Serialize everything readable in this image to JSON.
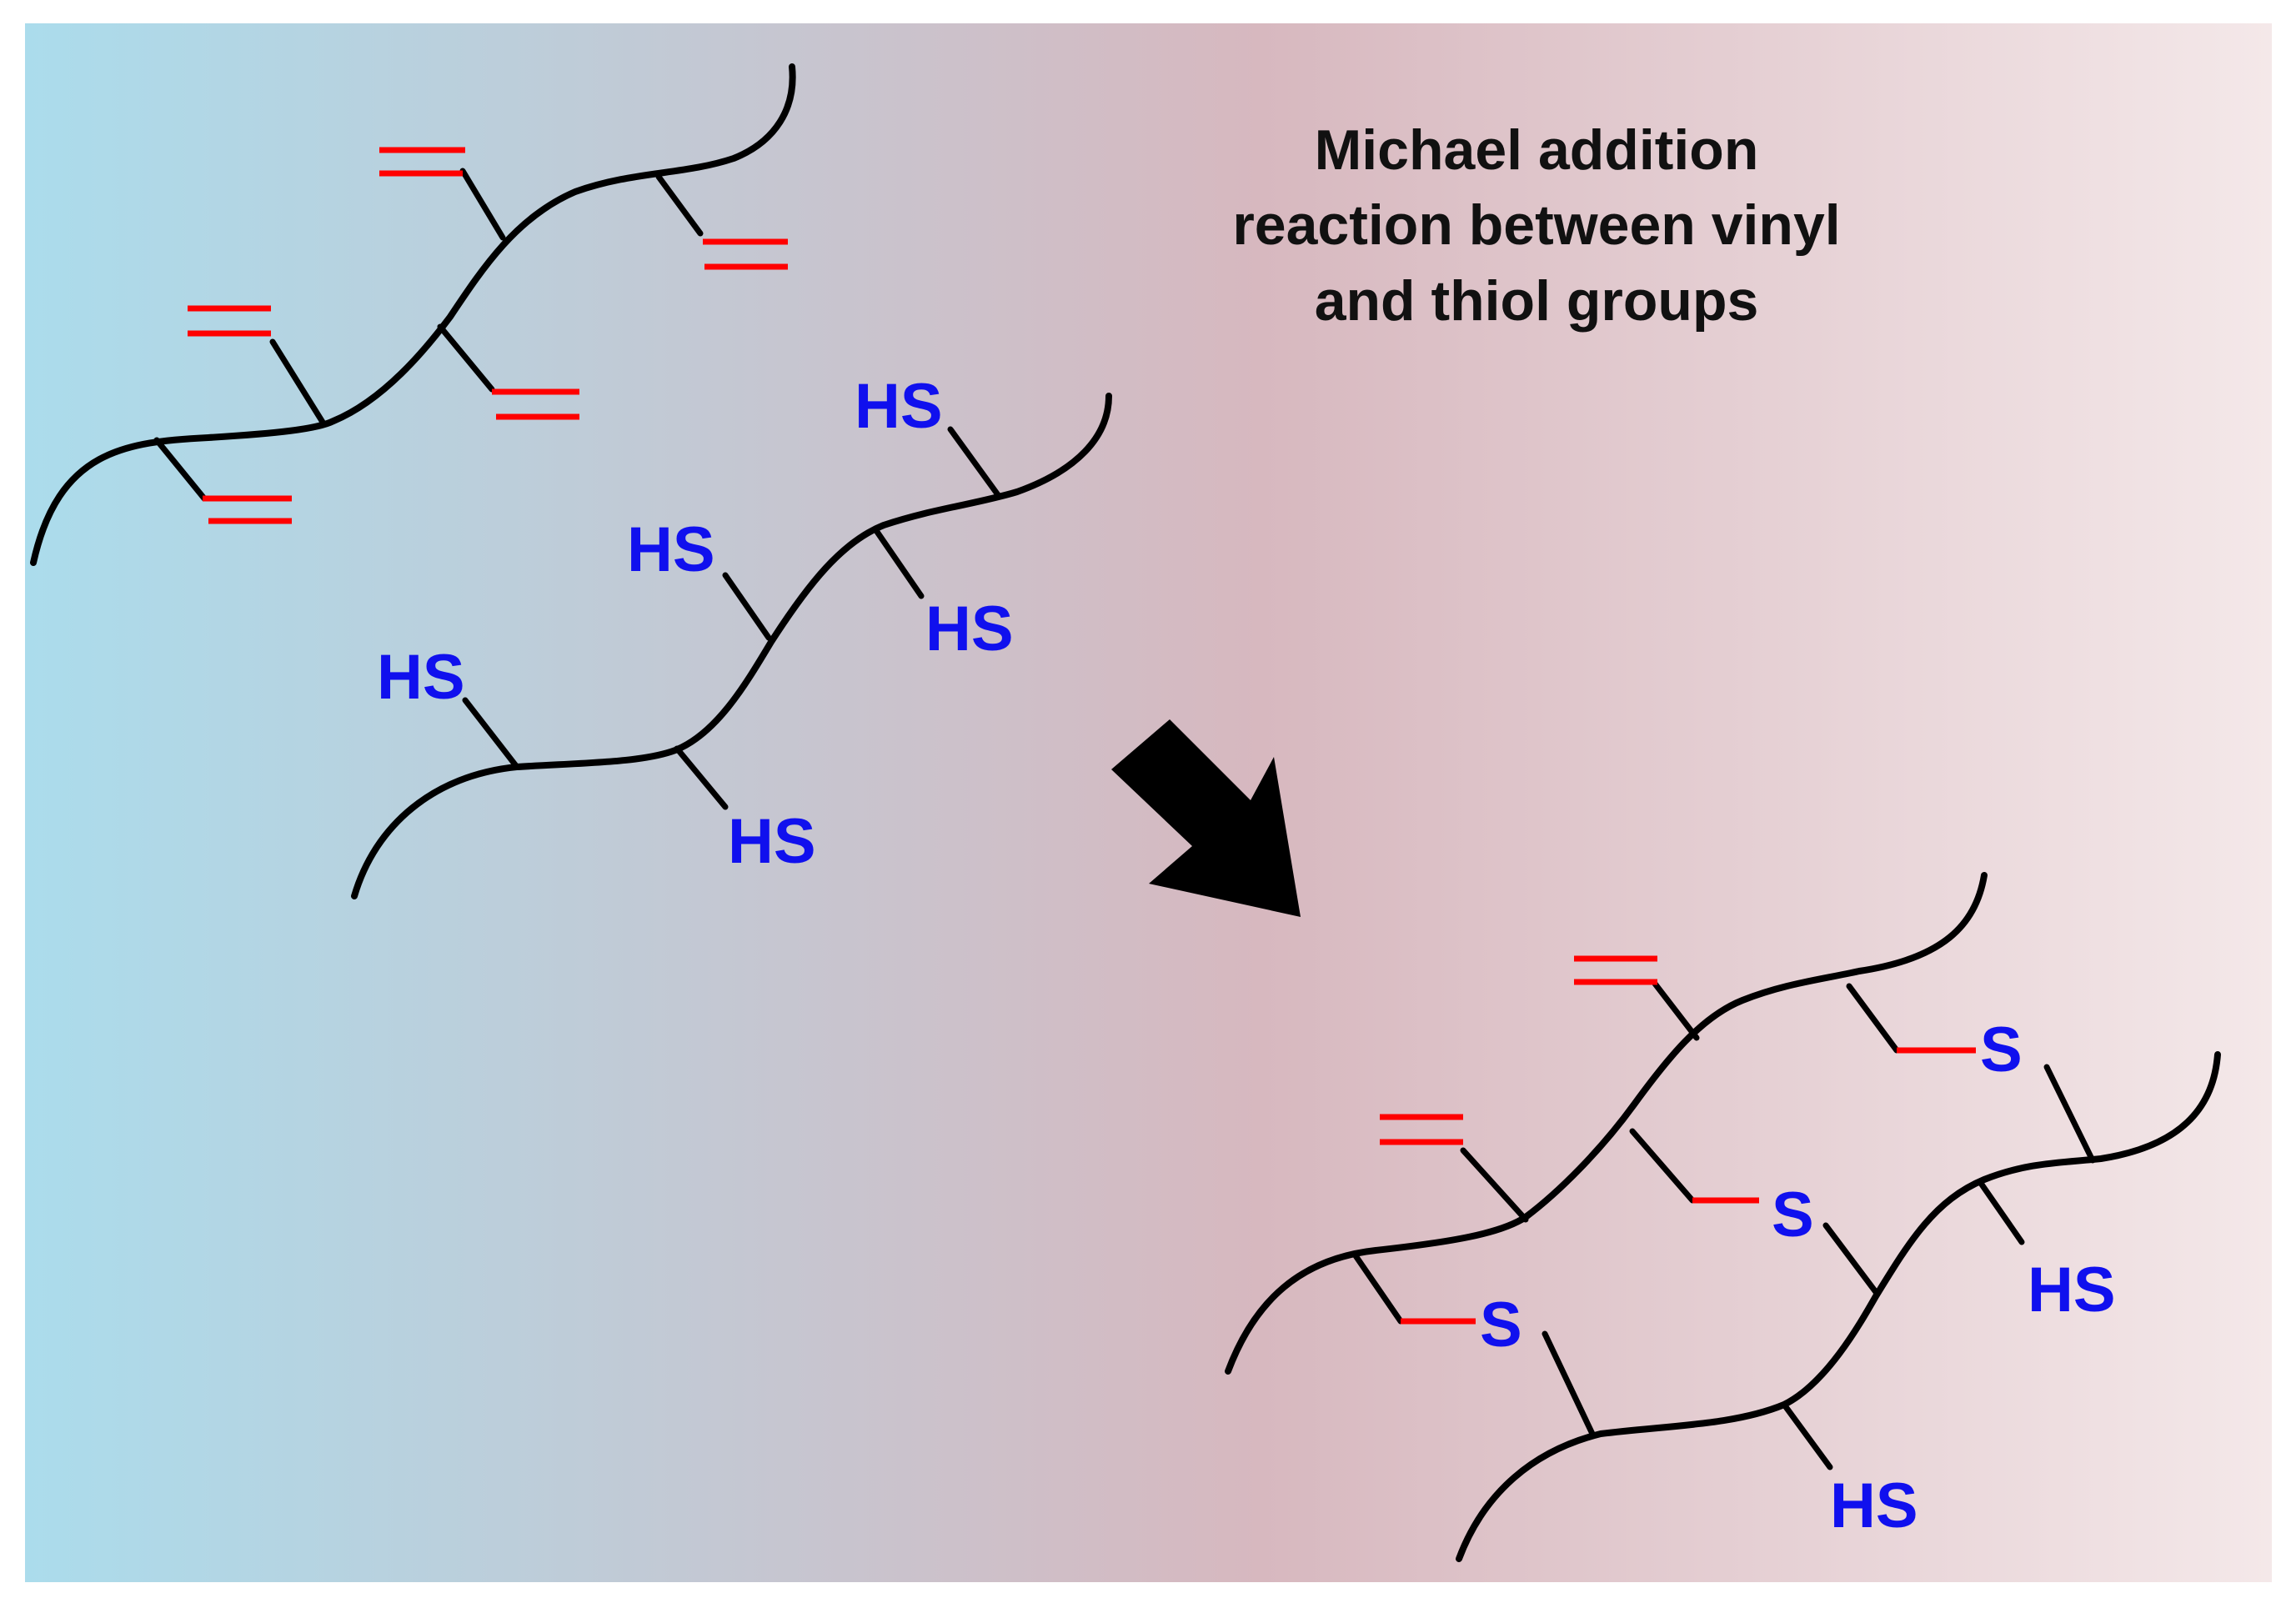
{
  "caption": {
    "line1": "Michael addition",
    "line2": "reaction between vinyl",
    "line3": "and thiol groups"
  },
  "labels": {
    "thiol": "HS",
    "thioether": "S"
  },
  "colors": {
    "backbone": "#000000",
    "vinyl": "#ff0000",
    "thiol": "#1010ee",
    "arrow": "#000000",
    "gradient_left": "#abdcec",
    "gradient_mid": "#d7b8bf",
    "gradient_right": "#f4e8e9"
  },
  "icons": {
    "reaction_arrow": "arrow-down-right-icon"
  }
}
